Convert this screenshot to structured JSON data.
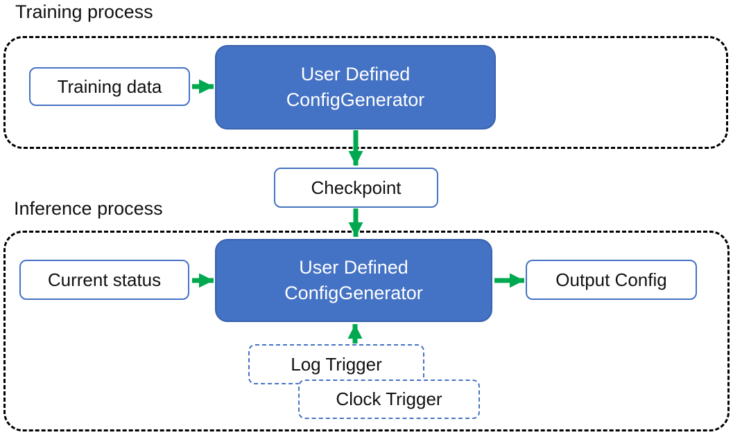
{
  "diagram": {
    "sections": {
      "training": {
        "label": "Training process"
      },
      "inference": {
        "label": "Inference process"
      }
    },
    "nodes": {
      "training_data": {
        "label": "Training data"
      },
      "generator_training": {
        "label_line1": "User Defined",
        "label_line2": "ConfigGenerator"
      },
      "checkpoint": {
        "label": "Checkpoint"
      },
      "current_status": {
        "label": "Current status"
      },
      "generator_inference": {
        "label_line1": "User Defined",
        "label_line2": "ConfigGenerator"
      },
      "output_config": {
        "label": "Output Config"
      },
      "log_trigger": {
        "label": "Log Trigger"
      },
      "clock_trigger": {
        "label": "Clock Trigger"
      }
    },
    "edges": [
      {
        "from": "training_data",
        "to": "generator_training"
      },
      {
        "from": "generator_training",
        "to": "checkpoint"
      },
      {
        "from": "checkpoint",
        "to": "generator_inference"
      },
      {
        "from": "current_status",
        "to": "generator_inference"
      },
      {
        "from": "generator_inference",
        "to": "output_config"
      },
      {
        "from": "log_trigger",
        "to": "generator_inference"
      }
    ],
    "colors": {
      "node_fill_blue": "#4472C4",
      "node_border_blue": "#4472C4",
      "blue_box_edge": "#3A62AE",
      "arrow_green": "#00A94F",
      "container_border": "#000000",
      "text_dark": "#111111",
      "text_on_blue": "#FFFFFF"
    }
  }
}
